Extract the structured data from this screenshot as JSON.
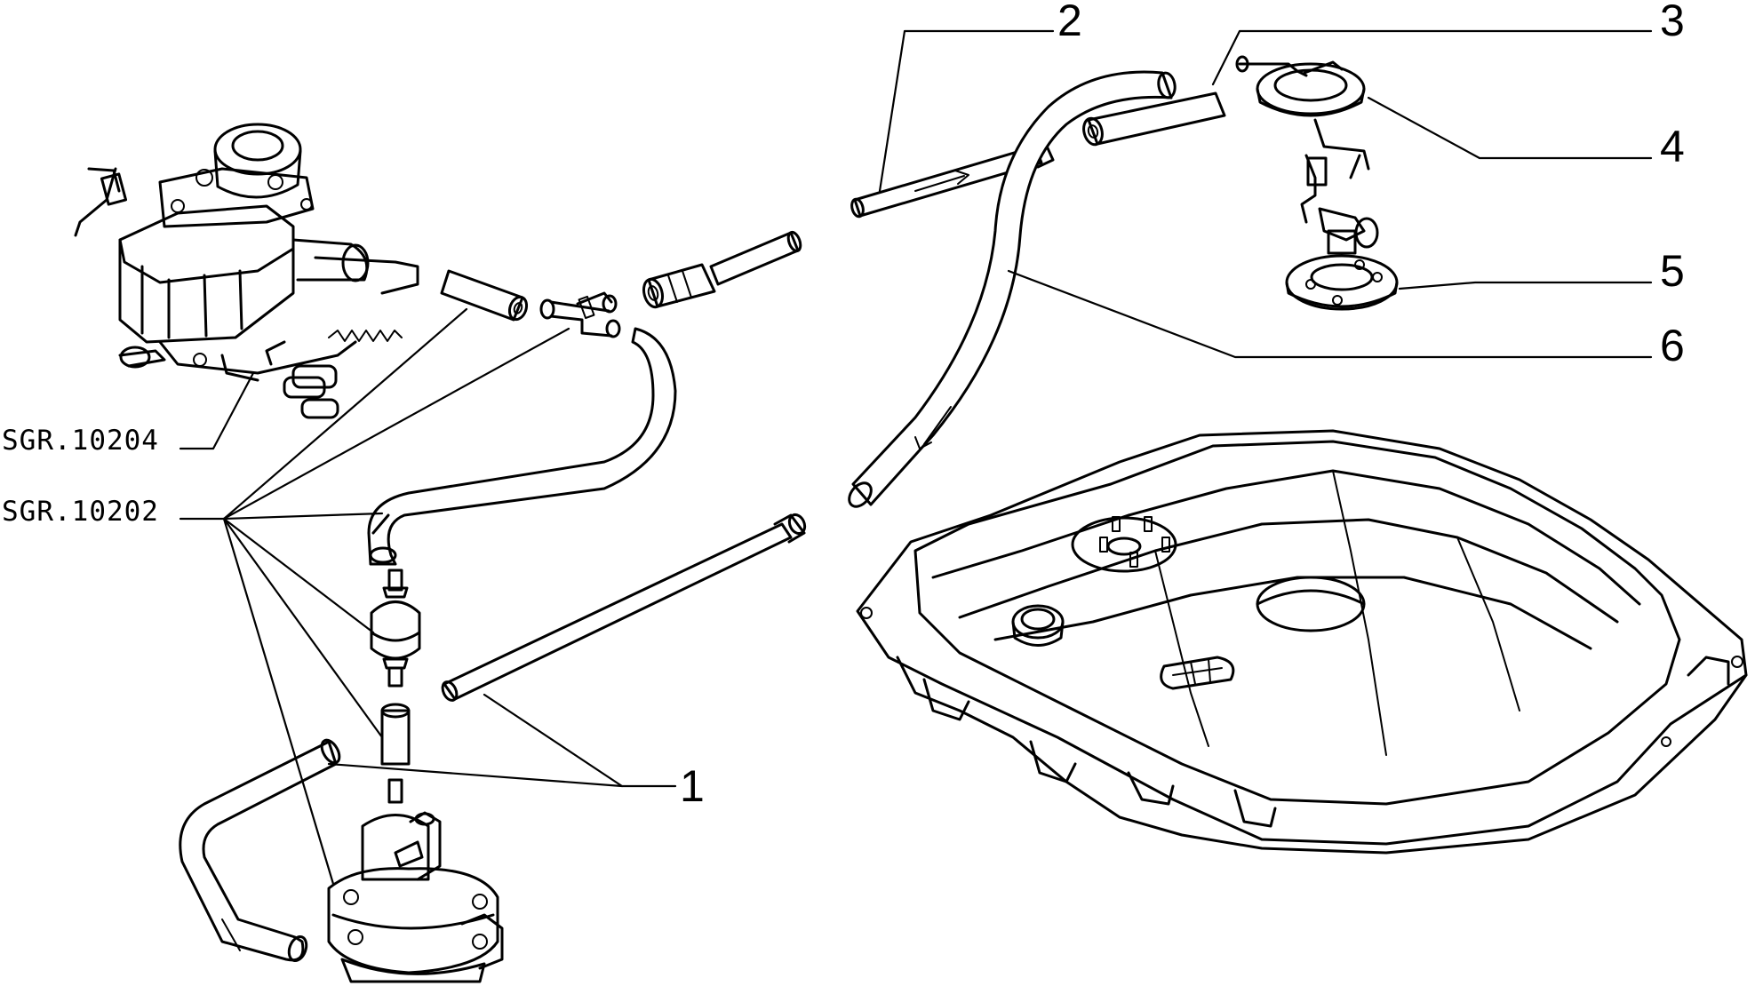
{
  "callouts": [
    {
      "id": "1",
      "text": "1"
    },
    {
      "id": "2",
      "text": "2"
    },
    {
      "id": "3",
      "text": "3"
    },
    {
      "id": "4",
      "text": "4"
    },
    {
      "id": "5",
      "text": "5"
    },
    {
      "id": "6",
      "text": "6"
    }
  ],
  "references": [
    {
      "id": "carburettor",
      "text": "SGR.10204"
    },
    {
      "id": "pump-group",
      "text": "SGR.10202"
    }
  ]
}
